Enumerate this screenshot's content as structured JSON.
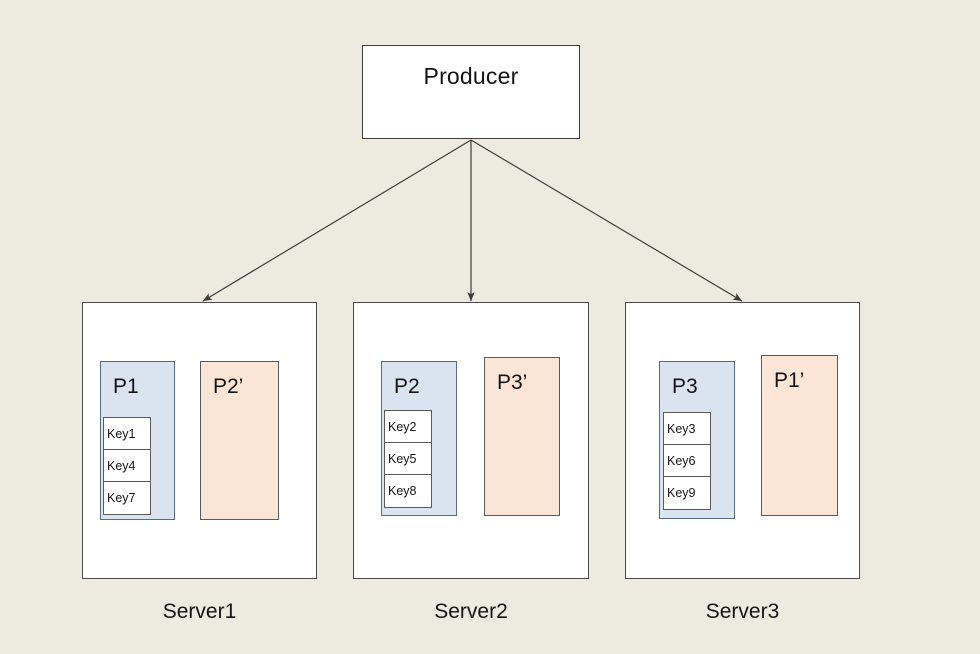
{
  "diagram": {
    "background_color": "#edeae0",
    "producer": {
      "label": "Producer"
    },
    "servers": [
      {
        "caption": "Server1",
        "partition": {
          "label": "P1",
          "keys": [
            "Key1",
            "Key4",
            "Key7"
          ]
        },
        "replica": {
          "label": "P2’"
        }
      },
      {
        "caption": "Server2",
        "partition": {
          "label": "P2",
          "keys": [
            "Key2",
            "Key5",
            "Key8"
          ]
        },
        "replica": {
          "label": "P3’"
        }
      },
      {
        "caption": "Server3",
        "partition": {
          "label": "P3",
          "keys": [
            "Key3",
            "Key6",
            "Key9"
          ]
        },
        "replica": {
          "label": "P1’"
        }
      }
    ],
    "colors": {
      "partition_fill": "#dae3f0",
      "partition_stroke": "#5b6b80",
      "replica_fill": "#fbe5d6",
      "replica_stroke": "#5a5a58",
      "node_fill": "#ffffff",
      "node_stroke": "#3d3d3b",
      "edge_stroke": "#3d3d3b",
      "text": "#141414"
    }
  }
}
